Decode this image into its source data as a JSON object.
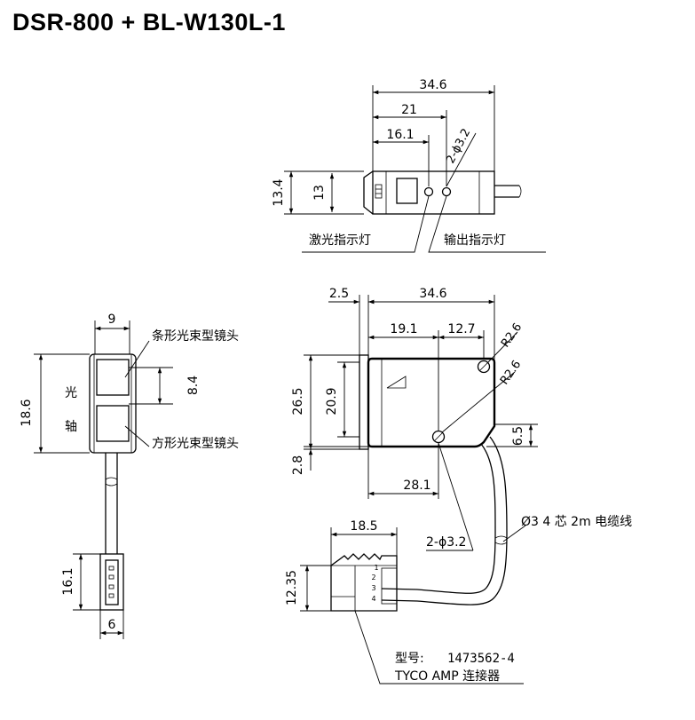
{
  "title": "DSR-800 + BL-W130L-1",
  "top_view": {
    "dim_width": "34.6",
    "dim_21": "21",
    "dim_16_1": "16.1",
    "dim_holes": "2-ϕ3.2",
    "dim_height_outer": "13.4",
    "dim_height_inner": "13",
    "label_laser": "激光指示灯",
    "label_output": "输出指示灯"
  },
  "side_view": {
    "dim_width": "9",
    "dim_total": "18.6",
    "dim_8_4": "8.4",
    "dim_16_1": "16.1",
    "dim_6": "6",
    "label_axis_1": "光",
    "label_axis_2": "轴",
    "label_strip_lens": "条形光束型镜头",
    "label_square_lens": "方形光束型镜头"
  },
  "front_view": {
    "dim_2_5": "2.5",
    "dim_width": "34.6",
    "dim_19_1": "19.1",
    "dim_12_7": "12.7",
    "dim_r_top": "R2.6",
    "dim_r_mid": "R2.6",
    "dim_26_5": "26.5",
    "dim_20_9": "20.9",
    "dim_6_5": "6.5",
    "dim_2_8": "2.8",
    "dim_28_1": "28.1",
    "dim_holes": "2-ϕ3.2",
    "label_cable": "Ø3 4 芯 2m 电缆线"
  },
  "connector": {
    "dim_18_5": "18.5",
    "dim_12_35": "12.35",
    "pins": [
      "1",
      "2",
      "3",
      "4"
    ],
    "model_label": "型号:",
    "model_number": "1473562-4",
    "maker_label": "TYCO AMP 连接器"
  }
}
